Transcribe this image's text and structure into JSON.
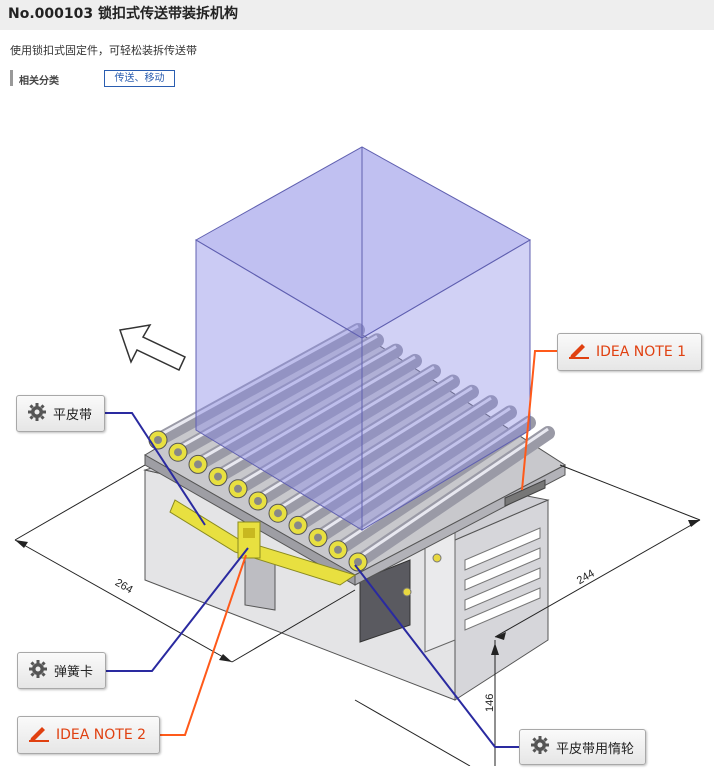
{
  "header": {
    "title": "No.000103 锁扣式传送带装拆机构"
  },
  "description": "使用锁扣式固定件，可轻松装拆传送带",
  "category": {
    "label": "相关分类",
    "tag": "传送、移动"
  },
  "callouts": {
    "flat_belt": "平皮带",
    "spring_clip": "弹簧卡",
    "idler": "平皮带用惰轮",
    "idea1": "IDEA NOTE 1",
    "idea2": "IDEA NOTE 2"
  },
  "dimensions": {
    "d1": "264",
    "d2": "244",
    "d3": "146"
  },
  "colors": {
    "part_line": "#2a2aa0",
    "idea_line": "#ff5a1a",
    "box": "#8c8ce6",
    "roller": "#c8c8d0",
    "brass": "#e8e040"
  },
  "icons": {
    "part": "gear-icon",
    "idea": "pencil-icon",
    "direction": "arrow-icon"
  }
}
